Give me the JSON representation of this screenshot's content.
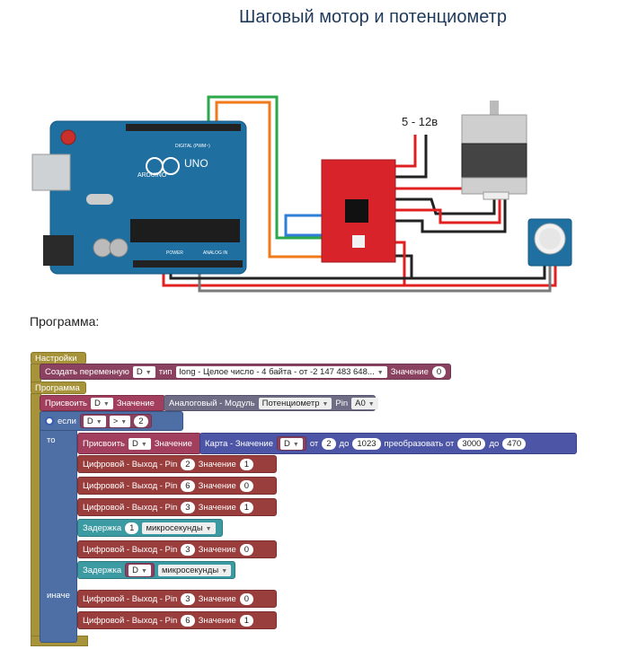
{
  "page": {
    "title": "Шаговый мотор и потенциометр",
    "program_label": "Программа:"
  },
  "circuit": {
    "voltage_label": "5 - 12в",
    "board_name": "ARDUINO",
    "board_model": "UNO",
    "digital_label": "DIGITAL (PWM~)",
    "analog_label": "ANALOG IN",
    "power_label": "POWER",
    "wire_colors": {
      "green": "#2aa84a",
      "orange": "#f07a1a",
      "blue": "#2f7fd8",
      "red": "#e02020",
      "black": "#222222",
      "gray": "#7a7a7a"
    }
  },
  "blocks": {
    "setup": {
      "label": "Настройки"
    },
    "create_var": {
      "label": "Создать переменную",
      "var": "D",
      "type_label": "тип",
      "type_value": "long - Целое число - 4 байта - от -2 147 483 648...",
      "value_label": "Значение",
      "value": "0"
    },
    "program": {
      "label": "Программа"
    },
    "assign1": {
      "label": "Присвоить",
      "var": "D",
      "value_label": "Значение",
      "analog_label": "Аналоговый - Модуль",
      "module": "Потенциометр",
      "pin_label": "Pin",
      "pin": "A0"
    },
    "if_block": {
      "if_label": "если",
      "then_label": "то",
      "else_label": "иначе",
      "cond_var": "D",
      "cond_op": ">",
      "cond_value": "2"
    },
    "assign2": {
      "label": "Присвоить",
      "var": "D",
      "value_label": "Значение",
      "map_label": "Карта - Значение",
      "map_var": "D",
      "from_label": "от",
      "from_low": "2",
      "to_label": "до",
      "from_high": "1023",
      "convert_label": "преобразовать от",
      "to_low": "3000",
      "to_label2": "до",
      "to_high": "470"
    },
    "then_items": [
      {
        "kind": "out",
        "label": "Цифровой - Выход - Pin",
        "pin": "2",
        "value_label": "Значение",
        "value": "1"
      },
      {
        "kind": "out",
        "label": "Цифровой - Выход - Pin",
        "pin": "6",
        "value_label": "Значение",
        "value": "0"
      },
      {
        "kind": "out",
        "label": "Цифровой - Выход - Pin",
        "pin": "3",
        "value_label": "Значение",
        "value": "1"
      },
      {
        "kind": "delay",
        "label": "Задержка",
        "value": "1",
        "unit": "микросекунды"
      },
      {
        "kind": "out",
        "label": "Цифровой - Выход - Pin",
        "pin": "3",
        "value_label": "Значение",
        "value": "0"
      },
      {
        "kind": "delay_var",
        "label": "Задержка",
        "value": "D",
        "unit": "микросекунды"
      }
    ],
    "else_items": [
      {
        "label": "Цифровой - Выход - Pin",
        "pin": "3",
        "value_label": "Значение",
        "value": "0"
      },
      {
        "label": "Цифровой - Выход - Pin",
        "pin": "6",
        "value_label": "Значение",
        "value": "1"
      }
    ]
  }
}
